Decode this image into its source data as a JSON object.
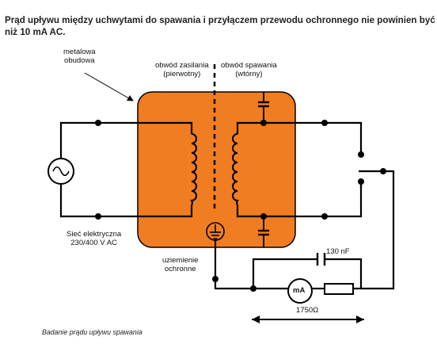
{
  "intro": {
    "line1": "Prąd upływu między uchwytami do spawania i przyłączem przewodu ochronnego nie powinien być większy,",
    "line2": "niż 10 mA AC."
  },
  "labels": {
    "housing": [
      "metalowa",
      "obudowa"
    ],
    "primary_circuit": [
      "obwód zasilania",
      "(pierwotny)"
    ],
    "secondary_circuit": [
      "obwód spawania",
      "(wtórny)"
    ],
    "mains": [
      "Sieć elektryczna",
      "230/400 V AC"
    ],
    "protective_earth": [
      "uziemienie",
      "ochronne"
    ],
    "capacitance": "130 nF",
    "milliammeter": "mA",
    "resistance": "1750Ω",
    "caption": "Badanie prądu upływu spawania"
  },
  "colors": {
    "housing_fill": "#f07d22",
    "wire": "#000000"
  },
  "icons": [
    "ac-source-icon",
    "transformer-coil-icon",
    "ground-symbol-icon",
    "capacitor-icon",
    "resistor-icon",
    "switch-icon"
  ]
}
